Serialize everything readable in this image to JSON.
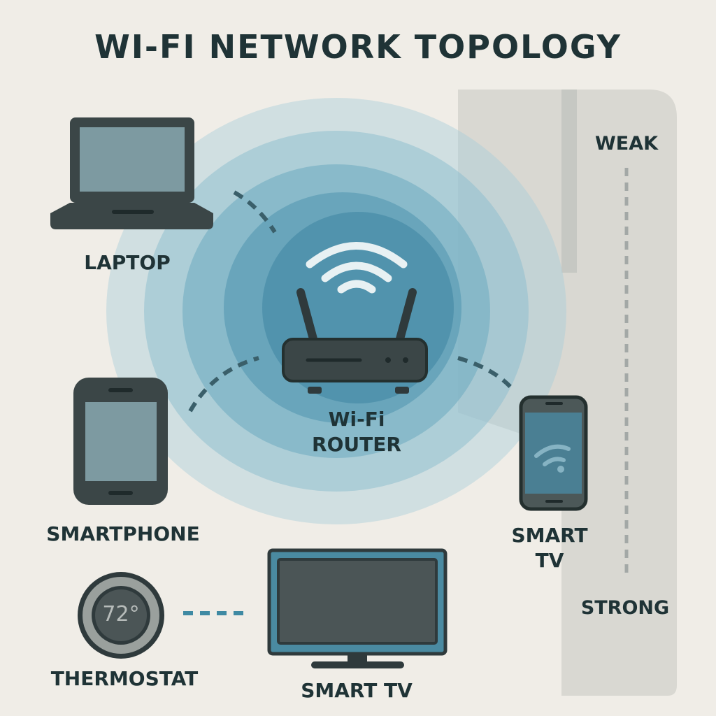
{
  "title": "WI-FI NETWORK TOPOLOGY",
  "router": {
    "line1": "Wi-Fi",
    "line2": "ROUTER"
  },
  "devices": {
    "laptop": "LAPTOP",
    "smartphone": "SMARTPHONE",
    "phone_right": {
      "line1": "SMART",
      "line2": "TV"
    },
    "thermostat": "THERMOSTAT",
    "thermostat_reading": "72°",
    "tv": "SMART TV"
  },
  "signal_scale": {
    "top": "WEAK",
    "bottom": "STRONG"
  },
  "colors": {
    "background": "#f0ede7",
    "text": "#1f3336",
    "device": "#3b4647",
    "accent": "#3f8aa3"
  }
}
